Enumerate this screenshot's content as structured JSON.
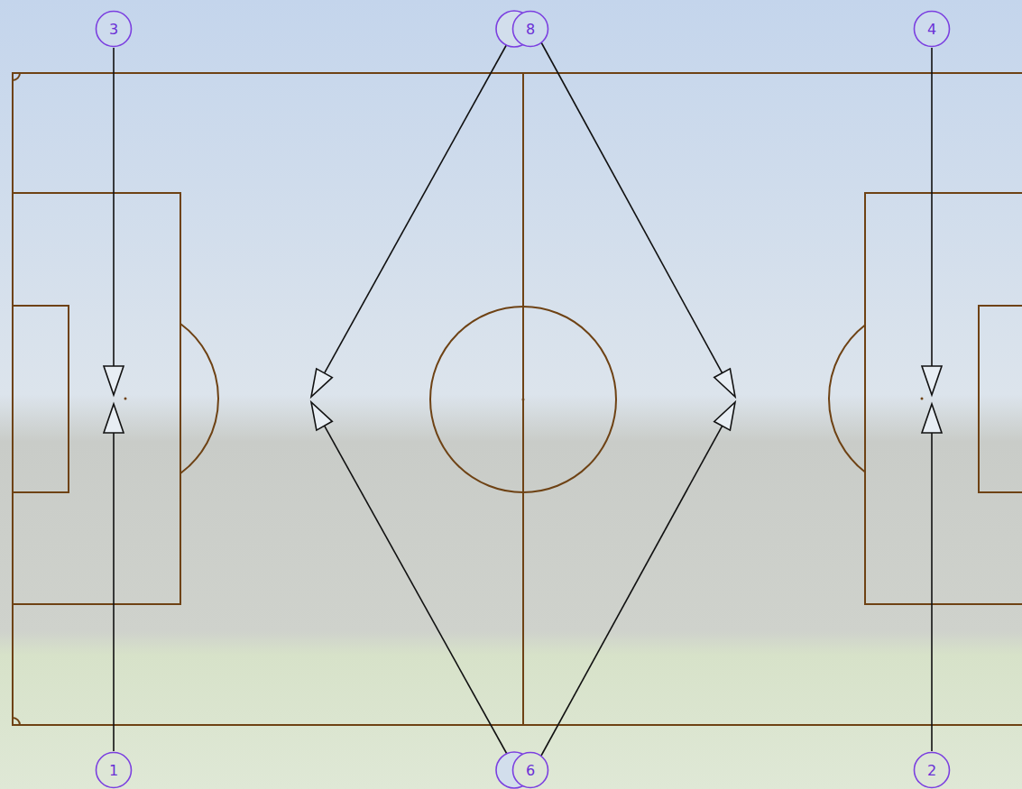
{
  "diagram": {
    "nodes": [
      {
        "text": [
          "3"
        ]
      },
      {
        "text": [
          "8"
        ]
      },
      {
        "text": [
          "4"
        ]
      },
      {
        "text": [
          "1"
        ]
      },
      {
        "text": [
          "6"
        ]
      },
      {
        "text": [
          "2"
        ]
      }
    ]
  }
}
